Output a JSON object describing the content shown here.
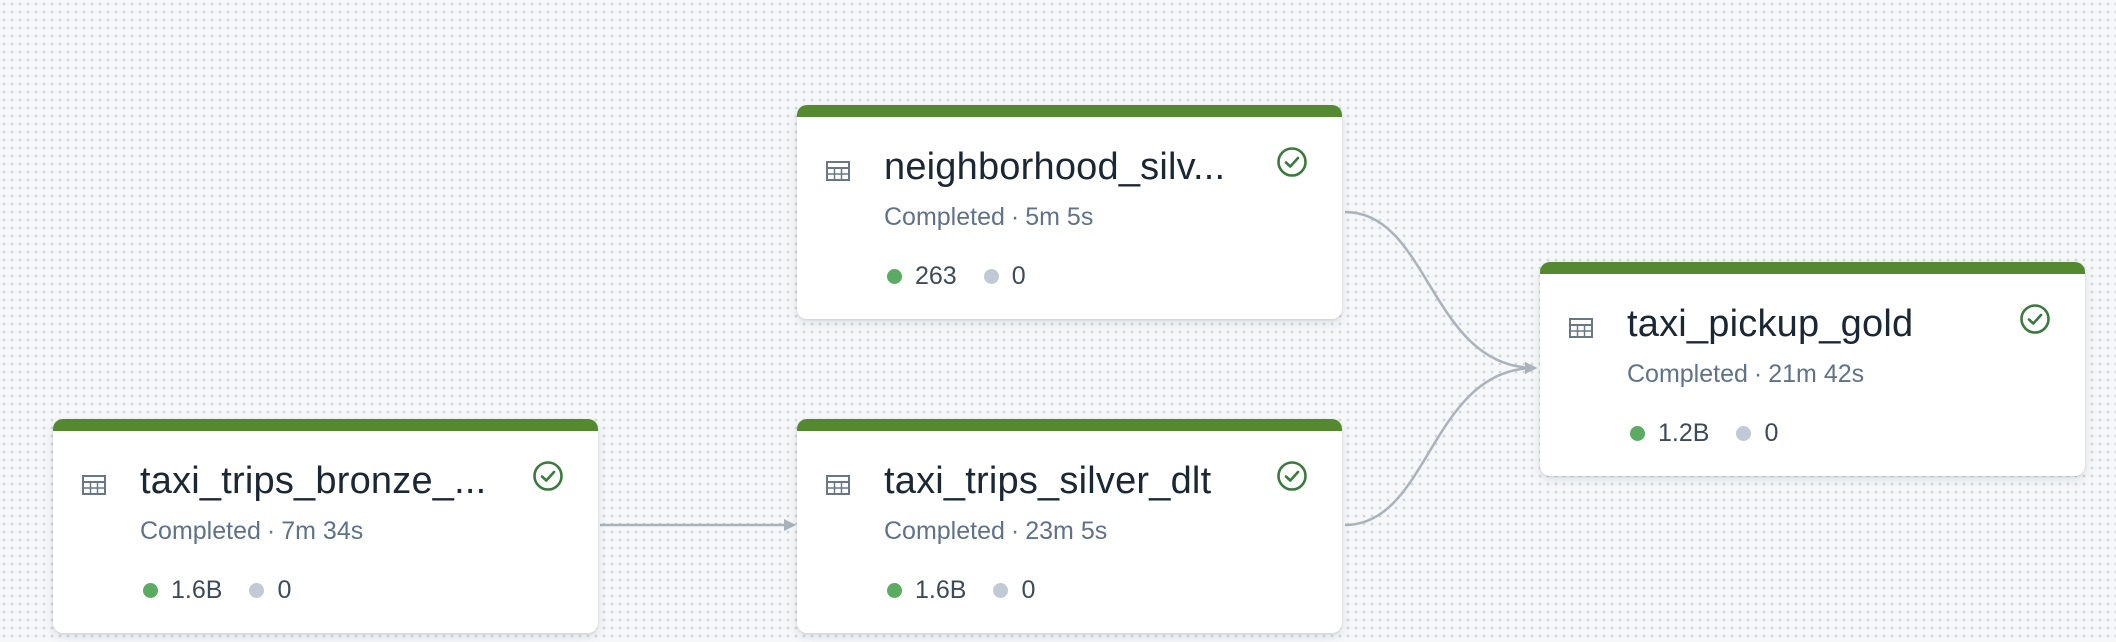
{
  "colors": {
    "status_bar": "#54892f",
    "success_dot": "#5bab63",
    "neutral_dot": "#c0c9d4",
    "edge": "#aab2bb",
    "check_icon": "#3b7a3e"
  },
  "nodes": {
    "bronze": {
      "title": "taxi_trips_bronze_...",
      "status": "Completed",
      "separator": "·",
      "duration": "7m 34s",
      "output_rows": "1.6B",
      "dropped_rows": "0",
      "icon": "table-icon",
      "status_icon": "check-circle-icon"
    },
    "neighborhood": {
      "title": "neighborhood_silv...",
      "status": "Completed",
      "separator": "·",
      "duration": "5m 5s",
      "output_rows": "263",
      "dropped_rows": "0",
      "icon": "table-icon",
      "status_icon": "check-circle-icon"
    },
    "silver": {
      "title": "taxi_trips_silver_dlt",
      "status": "Completed",
      "separator": "·",
      "duration": "23m 5s",
      "output_rows": "1.6B",
      "dropped_rows": "0",
      "icon": "table-icon",
      "status_icon": "check-circle-icon"
    },
    "gold": {
      "title": "taxi_pickup_gold",
      "status": "Completed",
      "separator": "·",
      "duration": "21m 42s",
      "output_rows": "1.2B",
      "dropped_rows": "0",
      "icon": "table-icon",
      "status_icon": "check-circle-icon"
    }
  }
}
